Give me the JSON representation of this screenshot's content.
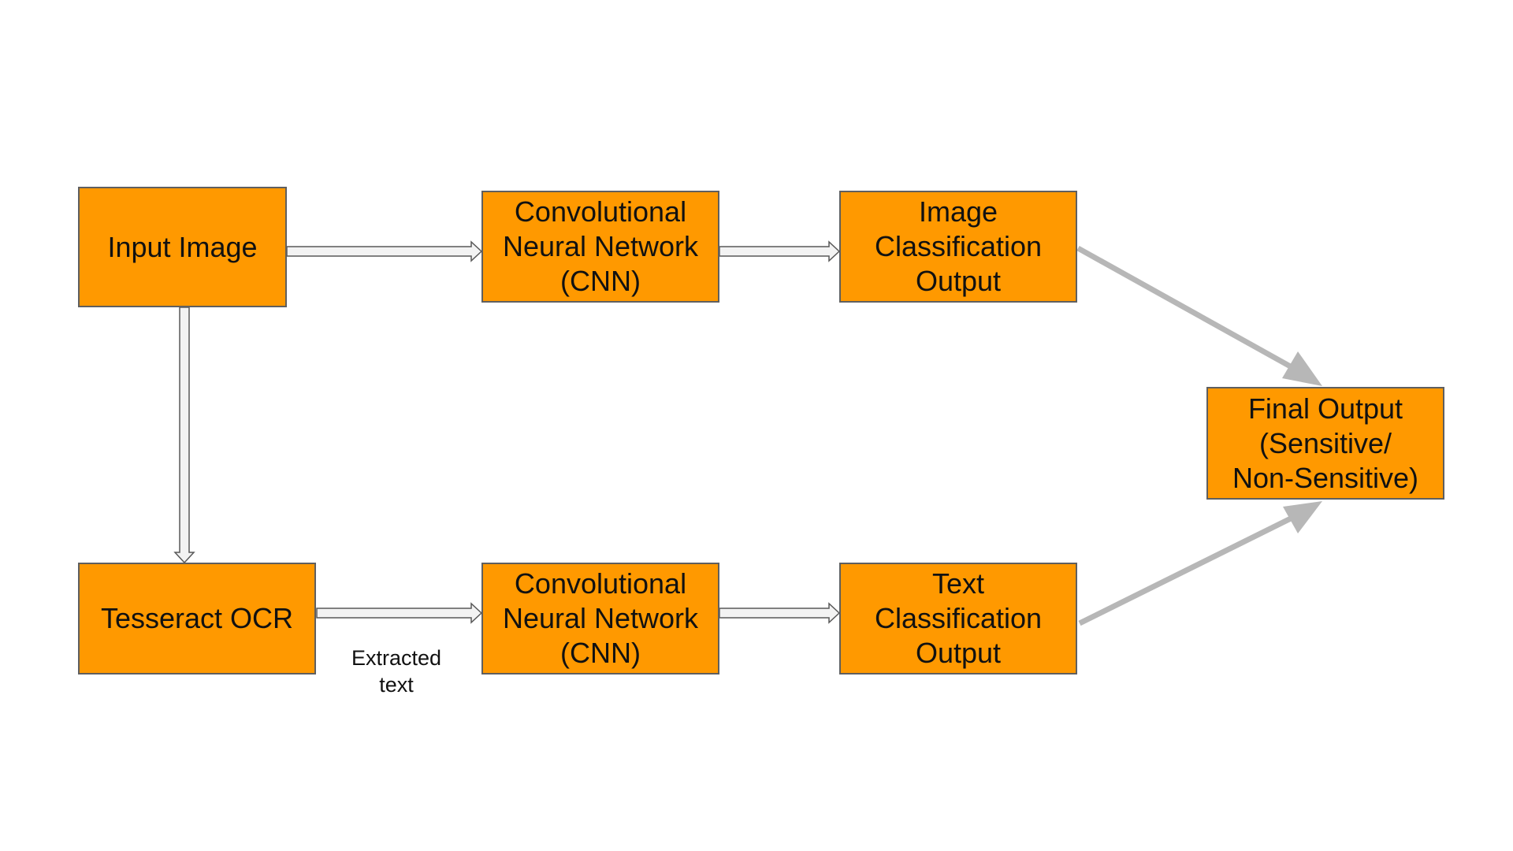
{
  "colors": {
    "node_fill": "#FF9900",
    "node_border": "#5F5F5F",
    "hollow_arrow_fill": "#F3F3F3",
    "hollow_arrow_stroke": "#595959",
    "solid_arrow": "#B7B7B7"
  },
  "nodes": {
    "input_image": "Input Image",
    "cnn_top": "Convolutional\nNeural Network\n(CNN)",
    "image_classification": "Image\nClassification\nOutput",
    "final_output": "Final Output\n(Sensitive/\nNon-Sensitive)",
    "tesseract_ocr": "Tesseract OCR",
    "cnn_bottom": "Convolutional\nNeural Network\n(CNN)",
    "text_classification": "Text\nClassification\nOutput"
  },
  "edge_labels": {
    "extracted_text": "Extracted\ntext"
  }
}
